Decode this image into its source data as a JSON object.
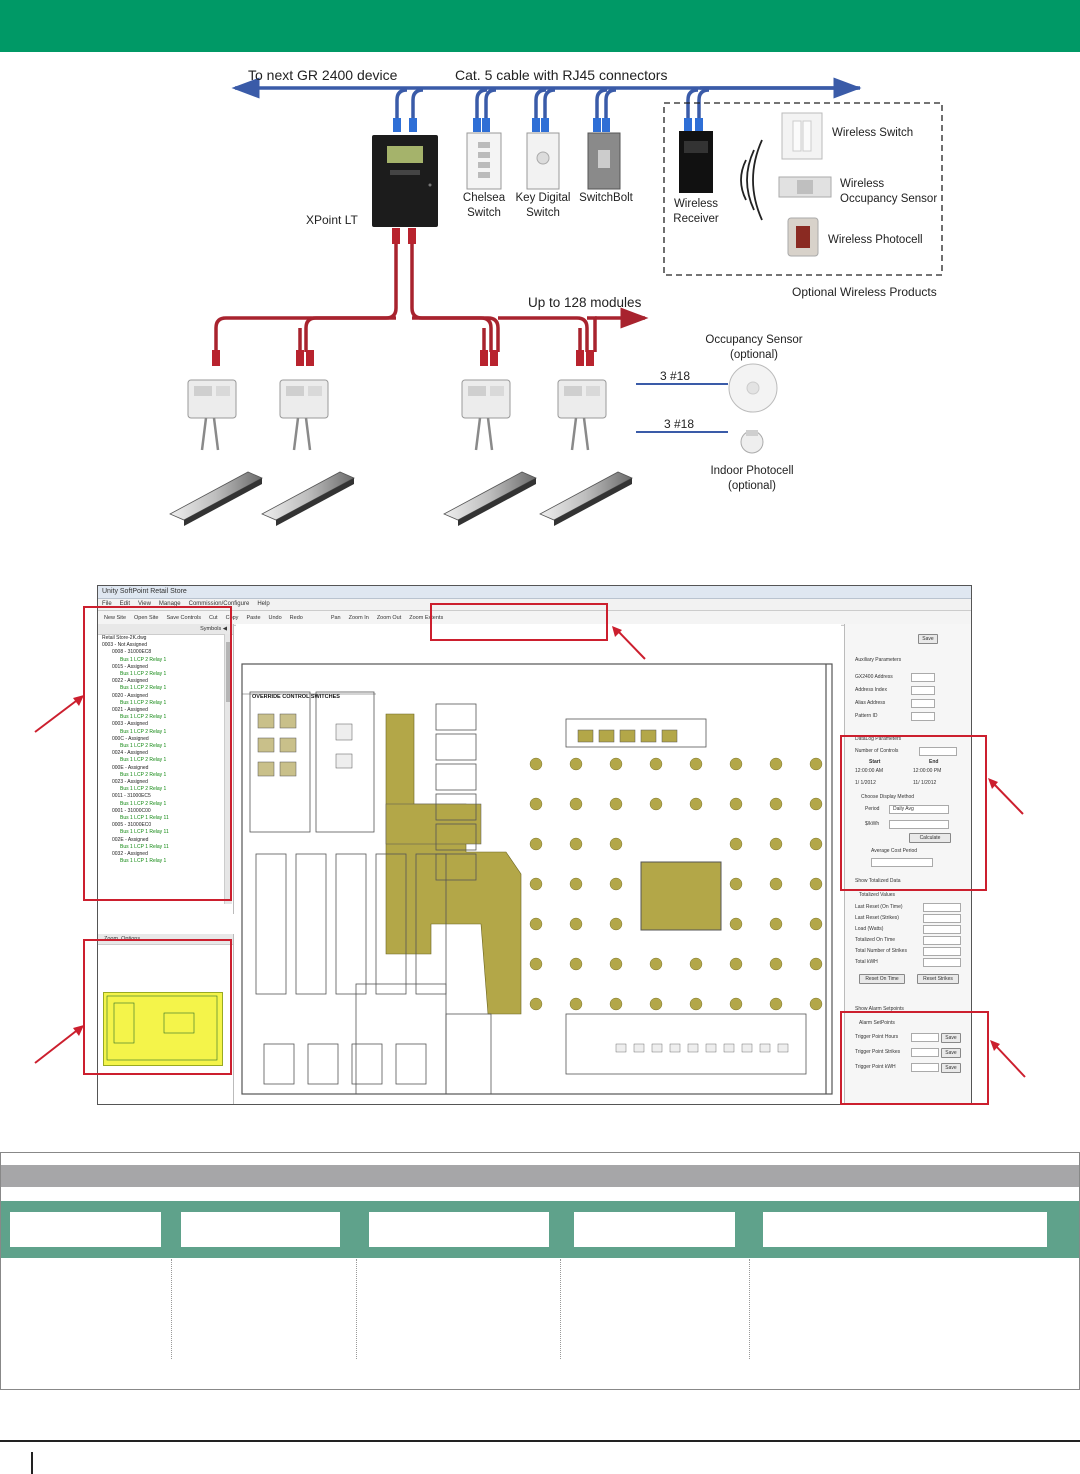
{
  "colors": {
    "brand_green": "#009966",
    "network_blue": "#3a5ba8",
    "module_red": "#a8232e",
    "callout_red": "#cc1f2e",
    "table_gray": "#a6a6a8",
    "table_green": "#5fa28b"
  },
  "wiring": {
    "next_device": "To next GR 2400 device",
    "cat5": "Cat. 5 cable with RJ45 connectors",
    "xpoint": "XPoint LT",
    "chelsea": [
      "Chelsea",
      "Switch"
    ],
    "keydigital": [
      "Key Digital",
      "Switch"
    ],
    "switchbolt": "SwitchBolt",
    "wireless_receiver": [
      "Wireless",
      "Receiver"
    ],
    "wireless_switch": "Wireless Switch",
    "wireless_occ": [
      "Wireless",
      "Occupancy Sensor"
    ],
    "wireless_photocell": "Wireless Photocell",
    "optional_wireless": "Optional Wireless Products",
    "up_to": "Up to 128 modules",
    "occ_sensor": [
      "Occupancy Sensor",
      "(optional)"
    ],
    "indoor_photocell": [
      "Indoor Photocell",
      "(optional)"
    ],
    "wire_gauge_1": "3 #18",
    "wire_gauge_2": "3 #18",
    "icons": [
      "arrow-left-icon",
      "arrow-right-icon",
      "xpoint-panel-icon",
      "wall-switch-icon",
      "radio-waves-icon",
      "relay-module-icon",
      "light-fixture-icon",
      "ceiling-sensor-icon",
      "photocell-icon"
    ]
  },
  "software": {
    "window_title": "Unity SoftPoint Retail Store",
    "menu": [
      "File",
      "Edit",
      "View",
      "Manage",
      "Commission/Configure",
      "Help"
    ],
    "toolbar": [
      "New Site",
      "Open Site",
      "Save Controls",
      "Cut",
      "Copy",
      "Paste",
      "Undo",
      "Redo",
      "Pan",
      "Zoom In",
      "Zoom Out",
      "Zoom Extents"
    ],
    "symbols_tab": "Symbols",
    "tree_root": "Retail Store-2K.dwg",
    "tree": [
      {
        "t": "0003 - Not Assigned",
        "c": "top"
      },
      {
        "t": "0008 - 31000EC8",
        "c": "node"
      },
      {
        "t": "Bus 1 LCP 2 Relay 1",
        "c": "grn"
      },
      {
        "t": "0015 - Assigned",
        "c": "node"
      },
      {
        "t": "Bus 1 LCP 2 Relay 1",
        "c": "grn"
      },
      {
        "t": "0022 - Assigned",
        "c": "node"
      },
      {
        "t": "Bus 1 LCP 2 Relay 1",
        "c": "grn"
      },
      {
        "t": "0020 - Assigned",
        "c": "node"
      },
      {
        "t": "Bus 1 LCP 2 Relay 1",
        "c": "grn"
      },
      {
        "t": "0021 - Assigned",
        "c": "node"
      },
      {
        "t": "Bus 1 LCP 2 Relay 1",
        "c": "grn"
      },
      {
        "t": "0003 - Assigned",
        "c": "node"
      },
      {
        "t": "Bus 1 LCP 2 Relay 1",
        "c": "grn"
      },
      {
        "t": "000C - Assigned",
        "c": "node"
      },
      {
        "t": "Bus 1 LCP 2 Relay 1",
        "c": "grn"
      },
      {
        "t": "0024 - Assigned",
        "c": "node"
      },
      {
        "t": "Bus 1 LCP 2 Relay 1",
        "c": "grn"
      },
      {
        "t": "000E - Assigned",
        "c": "node"
      },
      {
        "t": "Bus 1 LCP 2 Relay 1",
        "c": "grn"
      },
      {
        "t": "0023 - Assigned",
        "c": "node"
      },
      {
        "t": "Bus 1 LCP 2 Relay 1",
        "c": "grn"
      },
      {
        "t": "0011 - 31000EC5",
        "c": "node"
      },
      {
        "t": "Bus 1 LCP 2 Relay 1",
        "c": "grn"
      },
      {
        "t": "0001 - 31000C00",
        "c": "node"
      },
      {
        "t": "Bus 1 LCP 1 Relay 11",
        "c": "grn"
      },
      {
        "t": "0005 - 31000EC0",
        "c": "node"
      },
      {
        "t": "Bus 1 LCP 1 Relay 11",
        "c": "grn"
      },
      {
        "t": "002E - Assigned",
        "c": "node"
      },
      {
        "t": "Bus 1 LCP 1 Relay 11",
        "c": "grn"
      },
      {
        "t": "0032 - Assigned",
        "c": "node"
      },
      {
        "t": "Bus 1 LCP 1 Relay 1",
        "c": "grn"
      }
    ],
    "overview_tabs": [
      "Zoom",
      "Options"
    ],
    "plan_title": "OVERRIDE CONTROL SWITCHES",
    "props": {
      "save": "Save",
      "aux_header": "Auxiliary Parameters",
      "aux_fields": [
        "GX2400 Address",
        "Address Index",
        "Alias Address",
        "Pattern ID"
      ],
      "datalog_header": "DataLog Parameters",
      "num_controls": "Number of Controls",
      "start": "Start",
      "end": "End",
      "start_time": "12:00:00 AM",
      "end_time": "12:00:00 PM",
      "start_date": "1/ 1/2012",
      "end_date": "11/ 1/2012",
      "display_method": "Choose Display Method",
      "period": "Period",
      "period_value": "Daily Avg",
      "kwh": "$/kWh",
      "calculate": "Calculate",
      "avg_cost": "Average Cost Period",
      "show_totalized": "Show Totalized Data",
      "totalized_values": "Totalized Values",
      "tot_fields": [
        "Last Reset (On Time)",
        "Last Reset (Strikes)",
        "Load (Watts)",
        "Totalized On Time",
        "Total Number of Strikes",
        "Total kWH"
      ],
      "reset_on": "Reset On Time",
      "reset_strikes": "Reset Strikes",
      "show_alarm": "Show Alarm Setpoints",
      "alarm_setpoints": "Alarm SetPoints",
      "trig_fields": [
        "Trigger Point Hours",
        "Trigger Point Strikes",
        "Trigger Point kWH"
      ]
    }
  }
}
